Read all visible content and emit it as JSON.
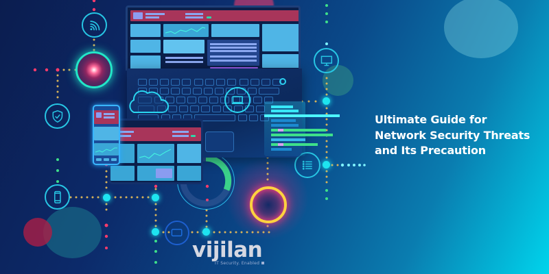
{
  "banner": {
    "title_lines": [
      "Ultimate Guide for",
      "Network Security Threats",
      "and Its Precaution"
    ]
  },
  "logo": {
    "wordmark": "vijilan",
    "tagline": "IT Security. Enabled"
  },
  "illustration": {
    "devices": [
      "laptop",
      "tablet",
      "smartphone"
    ],
    "icons": [
      "wifi-icon",
      "shield-check-icon",
      "smartphone-icon",
      "cloud-icon",
      "laptop-icon",
      "monitor-icon",
      "list-icon",
      "tablet-icon"
    ]
  },
  "colors": {
    "background_dark": "#0b1d4f",
    "background_light": "#00d4ec",
    "accent_cyan": "#1ee4f0",
    "accent_pink": "#ff3b6b",
    "accent_yellow": "#ffd23f",
    "accent_green": "#3ee08a",
    "title_text": "#ffffff"
  }
}
